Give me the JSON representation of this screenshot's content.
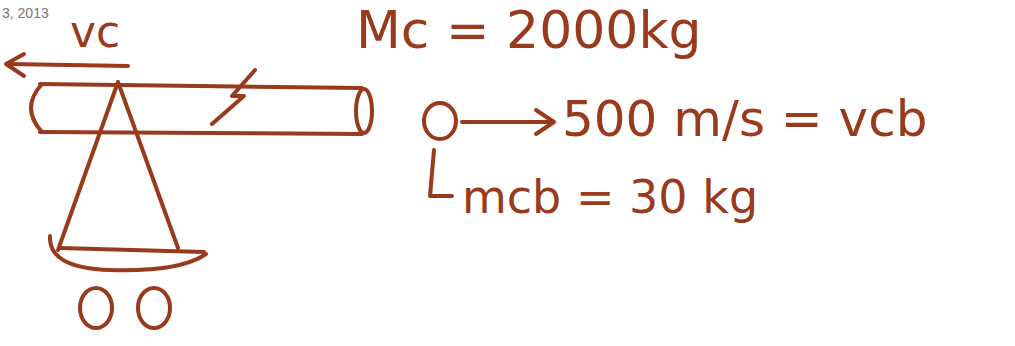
{
  "diagram": {
    "labels": [
      "3, 2013",
      "Mc = 2000kg",
      "vc",
      "500 m/s = vcb",
      "mcb = 30 kg"
    ]
  }
}
